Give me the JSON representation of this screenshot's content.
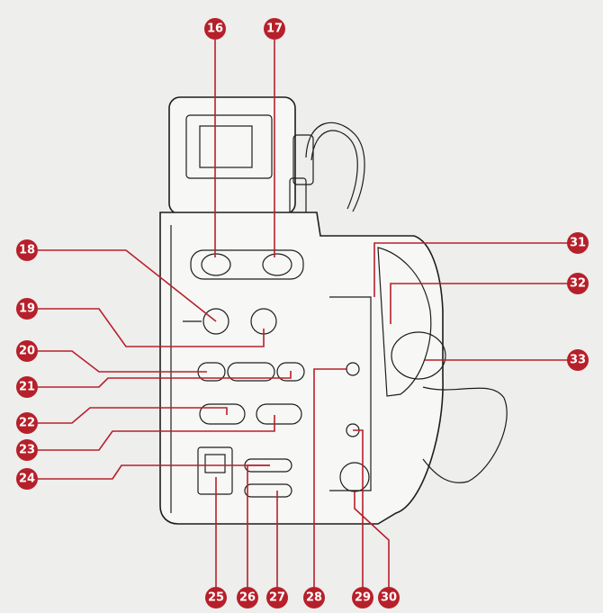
{
  "callouts": [
    {
      "id": "c16",
      "label": "16"
    },
    {
      "id": "c17",
      "label": "17"
    },
    {
      "id": "c18",
      "label": "18"
    },
    {
      "id": "c19",
      "label": "19"
    },
    {
      "id": "c20",
      "label": "20"
    },
    {
      "id": "c21",
      "label": "21"
    },
    {
      "id": "c22",
      "label": "22"
    },
    {
      "id": "c23",
      "label": "23"
    },
    {
      "id": "c24",
      "label": "24"
    },
    {
      "id": "c25",
      "label": "25"
    },
    {
      "id": "c26",
      "label": "26"
    },
    {
      "id": "c27",
      "label": "27"
    },
    {
      "id": "c28",
      "label": "28"
    },
    {
      "id": "c29",
      "label": "29"
    },
    {
      "id": "c30",
      "label": "30"
    },
    {
      "id": "c31",
      "label": "31"
    },
    {
      "id": "c32",
      "label": "32"
    },
    {
      "id": "c33",
      "label": "33"
    }
  ],
  "colors": {
    "callout_fill": "#b6202a",
    "outline": "#1d1d1d",
    "background": "#eeeeec"
  }
}
